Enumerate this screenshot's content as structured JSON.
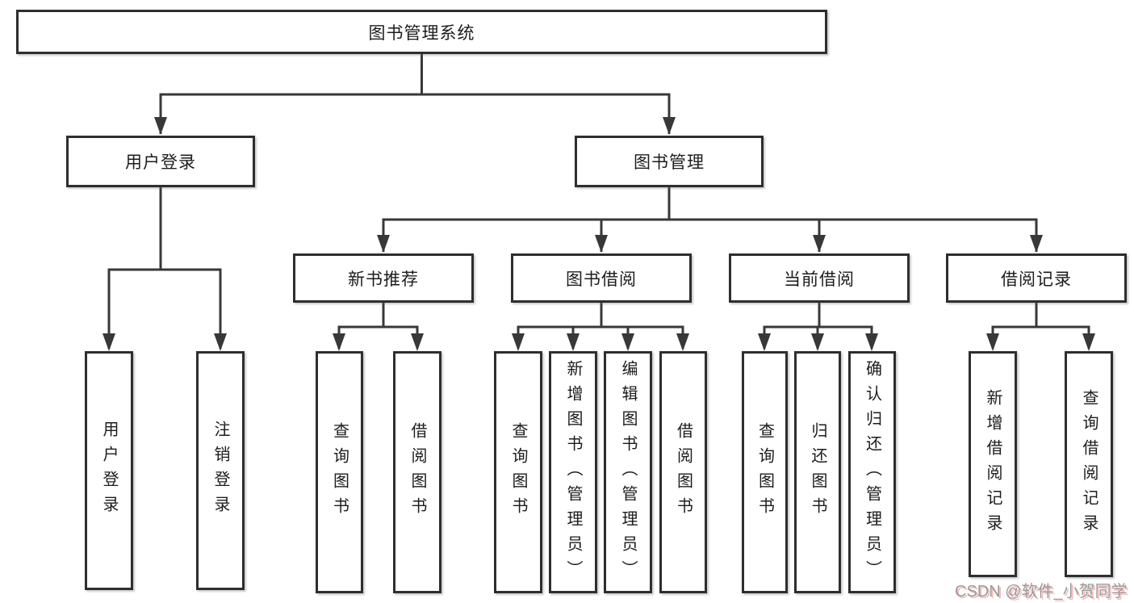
{
  "tree": {
    "root": {
      "label": "图书管理系统",
      "children": [
        {
          "label": "用户登录",
          "children": [
            {
              "label": "用户登录"
            },
            {
              "label": "注销登录"
            }
          ]
        },
        {
          "label": "图书管理",
          "children": [
            {
              "label": "新书推荐",
              "children": [
                {
                  "label": "查询图书"
                },
                {
                  "label": "借阅图书"
                }
              ]
            },
            {
              "label": "图书借阅",
              "children": [
                {
                  "label": "查询图书"
                },
                {
                  "label": "新增图书（管理员）"
                },
                {
                  "label": "编辑图书（管理员）"
                },
                {
                  "label": "借阅图书"
                }
              ]
            },
            {
              "label": "当前借阅",
              "children": [
                {
                  "label": "查询图书"
                },
                {
                  "label": "归还图书"
                },
                {
                  "label": "确认归还（管理员）"
                }
              ]
            },
            {
              "label": "借阅记录",
              "children": [
                {
                  "label": "新增借阅记录"
                },
                {
                  "label": "查询借阅记录"
                }
              ]
            }
          ]
        }
      ]
    }
  },
  "watermark": {
    "text": "CSDN @软件_小贺同学"
  },
  "colors": {
    "line": "#383838",
    "box_border": "#2e2e2e",
    "box_fill": "#ffffff",
    "text": "#1c1c1c",
    "watermark_gray": "#9a9a9a",
    "watermark_pink": "#f4bcbc",
    "background": "#ffffff"
  }
}
